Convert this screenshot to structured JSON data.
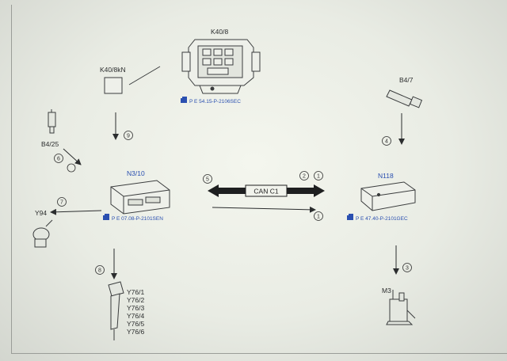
{
  "components": {
    "k40_8": {
      "label": "K40/8",
      "ref": "P E 54.15-P-2106SEC"
    },
    "k40_8kn": {
      "label": "K40/8kN"
    },
    "b4_7": {
      "label": "B4/7"
    },
    "b4_25": {
      "label": "B4/25"
    },
    "n3_10": {
      "label": "N3/10",
      "ref": "P E 07.08-P-2101SEN"
    },
    "n118": {
      "label": "N118",
      "ref": "P E 47.40-P-2101GEC"
    },
    "y94": {
      "label": "Y94"
    },
    "m3": {
      "label": "M3"
    },
    "y76": {
      "labels": [
        "Y76/1",
        "Y76/2",
        "Y76/3",
        "Y76/4",
        "Y76/5",
        "Y76/6"
      ]
    }
  },
  "bus": {
    "label": "CAN C1"
  },
  "signals": {
    "s9": "9",
    "s4": "4",
    "s5": "5",
    "s6": "6",
    "s2": "2",
    "s1a": "1",
    "s1b": "1",
    "s7": "7",
    "s3": "3",
    "s8": "8"
  },
  "ref_icon": "document-reference-icon",
  "colors": {
    "reference_text": "#2a4fb0",
    "label_text": "#2b2d2e"
  }
}
